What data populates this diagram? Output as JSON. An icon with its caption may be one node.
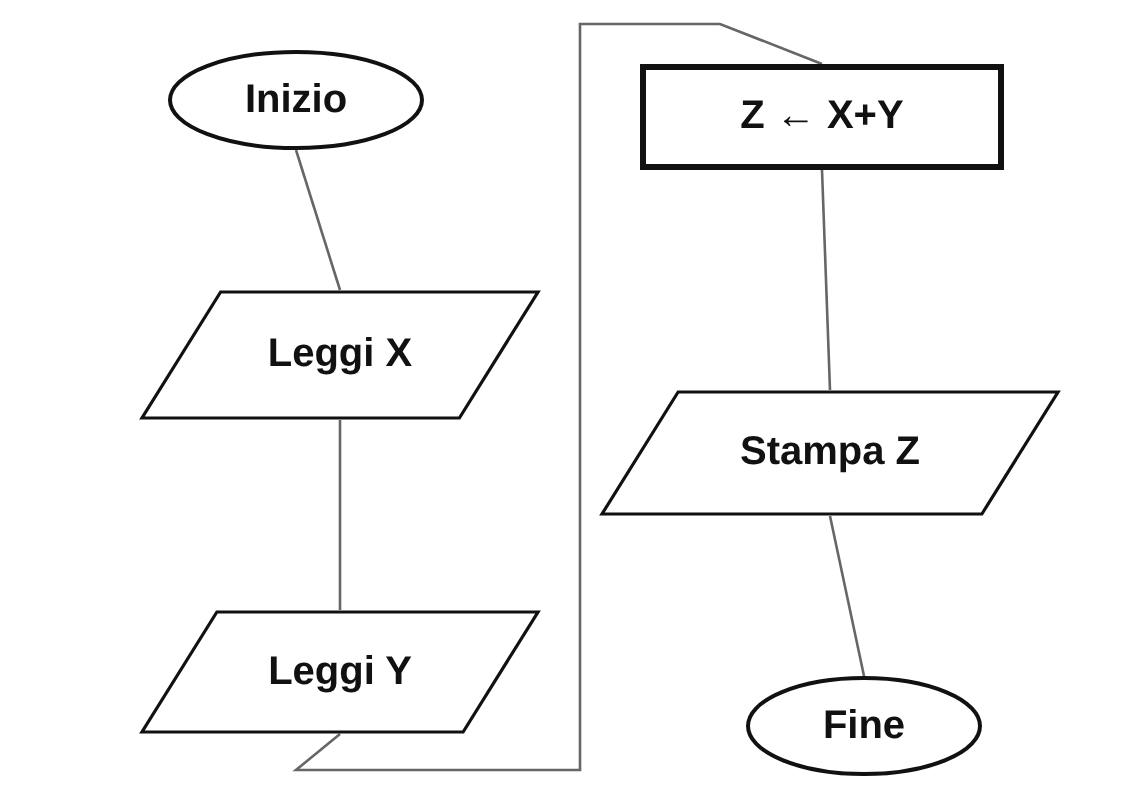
{
  "diagram": {
    "nodes": [
      {
        "text": [
          "Inizio"
        ]
      },
      {
        "text": [
          "Leggi X"
        ]
      },
      {
        "text": [
          "Leggi Y"
        ]
      },
      {
        "text": [
          "Z ← X+Y"
        ]
      },
      {
        "text": [
          "Stampa Z"
        ]
      },
      {
        "text": [
          "Fine"
        ]
      }
    ],
    "edges": [
      {
        "from": 0,
        "to": 1,
        "arrow": "none"
      },
      {
        "from": 1,
        "to": 2,
        "arrow": "none"
      },
      {
        "from": 2,
        "to": 3,
        "arrow": "none"
      },
      {
        "from": 3,
        "to": 4,
        "arrow": "none"
      },
      {
        "from": 4,
        "to": 5,
        "arrow": "none"
      }
    ]
  }
}
